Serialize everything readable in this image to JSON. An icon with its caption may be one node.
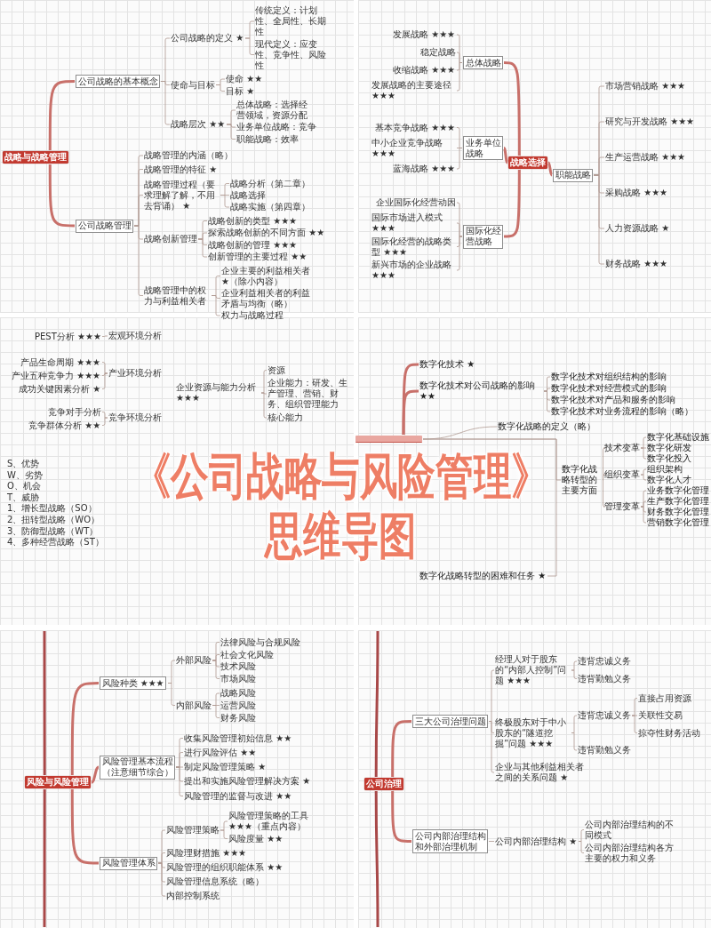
{
  "diagram": {
    "title": "《公司战略与风险管理》思维导图",
    "nodes": [
      {
        "text": [
          "战略与战略管理"
        ]
      },
      {
        "text": [
          "公司战略的基本概念"
        ]
      },
      {
        "text": [
          "公司战略的定义 ★"
        ]
      },
      {
        "text": [
          "传统定义：计划性、全局性、长期性"
        ]
      },
      {
        "text": [
          "现代定义：应变性、竞争性、风险性"
        ]
      },
      {
        "text": [
          "使命与目标"
        ]
      },
      {
        "text": [
          "使命 ★★"
        ]
      },
      {
        "text": [
          "目标 ★"
        ]
      },
      {
        "text": [
          "战略层次 ★★"
        ]
      },
      {
        "text": [
          "总体战略：选择经营领域，资源分配"
        ]
      },
      {
        "text": [
          "业务单位战略：竞争"
        ]
      },
      {
        "text": [
          "职能战略：效率"
        ]
      },
      {
        "text": [
          "公司战略管理"
        ]
      },
      {
        "text": [
          "战略管理的内涵（略）"
        ]
      },
      {
        "text": [
          "战略管理的特征 ★"
        ]
      },
      {
        "text": [
          "战略管理过程（要求理解了解，不用去背诵） ★"
        ]
      },
      {
        "text": [
          "战略分析（第二章）"
        ]
      },
      {
        "text": [
          "战略选择"
        ]
      },
      {
        "text": [
          "战略实施（第四章）"
        ]
      },
      {
        "text": [
          "战略创新管理"
        ]
      },
      {
        "text": [
          "战略创新的类型 ★★★"
        ]
      },
      {
        "text": [
          "探索战略创新的不同方面 ★★"
        ]
      },
      {
        "text": [
          "战略创新的管理 ★★★"
        ]
      },
      {
        "text": [
          "创新管理的主要过程 ★★"
        ]
      },
      {
        "text": [
          "战略管理中的权力与利益相关者"
        ]
      },
      {
        "text": [
          "企业主要的利益相关者 ★（除小内容）"
        ]
      },
      {
        "text": [
          "企业利益相关者的利益矛盾与均衡（略）"
        ]
      },
      {
        "text": [
          "权力与战略过程"
        ]
      },
      {
        "text": [
          "战略选择"
        ]
      },
      {
        "text": [
          "总体战略"
        ]
      },
      {
        "text": [
          "发展战略 ★★★"
        ]
      },
      {
        "text": [
          "稳定战略"
        ]
      },
      {
        "text": [
          "收缩战略 ★★★"
        ]
      },
      {
        "text": [
          "发展战略的主要途径 ★★★"
        ]
      },
      {
        "text": [
          "业务单位战略"
        ]
      },
      {
        "text": [
          "基本竞争战略 ★★★"
        ]
      },
      {
        "text": [
          "中小企业竞争战略 ★★★"
        ]
      },
      {
        "text": [
          "蓝海战略 ★★★"
        ]
      },
      {
        "text": [
          "国际化经营战略"
        ]
      },
      {
        "text": [
          "企业国际化经营动因"
        ]
      },
      {
        "text": [
          "国际市场进入模式 ★★★"
        ]
      },
      {
        "text": [
          "国际化经营的战略类型 ★★★"
        ]
      },
      {
        "text": [
          "新兴市场的企业战略 ★★★"
        ]
      },
      {
        "text": [
          "职能战略"
        ]
      },
      {
        "text": [
          "市场营销战略 ★★★"
        ]
      },
      {
        "text": [
          "研究与开发战略 ★★★"
        ]
      },
      {
        "text": [
          "生产运营战略 ★★★"
        ]
      },
      {
        "text": [
          "采购战略 ★★★"
        ]
      },
      {
        "text": [
          "人力资源战略 ★"
        ]
      },
      {
        "text": [
          "财务战略 ★★★"
        ]
      },
      {
        "text": [
          "宏观环境分析"
        ]
      },
      {
        "text": [
          "PEST分析 ★★★"
        ]
      },
      {
        "text": [
          "产业环境分析"
        ]
      },
      {
        "text": [
          "产品生命周期 ★★★"
        ]
      },
      {
        "text": [
          "产业五种竞争力 ★★★"
        ]
      },
      {
        "text": [
          "成功关键因素分析 ★"
        ]
      },
      {
        "text": [
          "竞争环境分析"
        ]
      },
      {
        "text": [
          "竞争对手分析"
        ]
      },
      {
        "text": [
          "竞争群体分析 ★★"
        ]
      },
      {
        "text": [
          "企业资源与能力分析 ★★★"
        ]
      },
      {
        "text": [
          "资源"
        ]
      },
      {
        "text": [
          "企业能力：研发、生产管理、营销、财务、组织管理能力"
        ]
      },
      {
        "text": [
          "核心能力"
        ]
      },
      {
        "text": [],
        "shape": "bar"
      },
      {
        "text": [
          "数字化技术 ★"
        ]
      },
      {
        "text": [
          "数字化技术对公司战略的影响 ★★"
        ]
      },
      {
        "text": [
          "数字化技术对组织结构的影响"
        ]
      },
      {
        "text": [
          "数字化技术对经营模式的影响"
        ]
      },
      {
        "text": [
          "数字化技术对产品和服务的影响"
        ]
      },
      {
        "text": [
          "数字化技术对业务流程的影响（略）"
        ]
      },
      {
        "text": [
          "数字化战略的定义（略）"
        ]
      },
      {
        "text": [
          "数字化战略转型的主要方面"
        ]
      },
      {
        "text": [
          "技术变革"
        ]
      },
      {
        "text": [
          "数字化基础设施"
        ]
      },
      {
        "text": [
          "数字化研发"
        ]
      },
      {
        "text": [
          "数字化投入"
        ]
      },
      {
        "text": [
          "组织变革"
        ]
      },
      {
        "text": [
          "组织架构"
        ]
      },
      {
        "text": [
          "数字化人才"
        ]
      },
      {
        "text": [
          "管理变革"
        ]
      },
      {
        "text": [
          "业务数字化管理"
        ]
      },
      {
        "text": [
          "生产数字化管理"
        ]
      },
      {
        "text": [
          "财务数字化管理"
        ]
      },
      {
        "text": [
          "营销数字化管理"
        ]
      },
      {
        "text": [
          "数字化战略转型的困难和任务 ★"
        ]
      },
      {
        "text": [
          "风险与风险管理"
        ]
      },
      {
        "text": [
          "风险种类 ★★★"
        ]
      },
      {
        "text": [
          "外部风险"
        ]
      },
      {
        "text": [
          "法律风险与合规风险"
        ]
      },
      {
        "text": [
          "社会文化风险"
        ]
      },
      {
        "text": [
          "技术风险"
        ]
      },
      {
        "text": [
          "市场风险"
        ]
      },
      {
        "text": [
          "内部风险"
        ]
      },
      {
        "text": [
          "战略风险"
        ]
      },
      {
        "text": [
          "运营风险"
        ]
      },
      {
        "text": [
          "财务风险"
        ]
      },
      {
        "text": [
          "风险管理基本流程（注意细节综合）"
        ]
      },
      {
        "text": [
          "收集风险管理初始信息 ★★"
        ]
      },
      {
        "text": [
          "进行风险评估 ★★"
        ]
      },
      {
        "text": [
          "制定风险管理策略 ★"
        ]
      },
      {
        "text": [
          "提出和实施风险管理解决方案 ★"
        ]
      },
      {
        "text": [
          "风险管理的监督与改进 ★★"
        ]
      },
      {
        "text": [
          "风险管理体系"
        ]
      },
      {
        "text": [
          "风险管理策略"
        ]
      },
      {
        "text": [
          "风险管理策略的工具 ★★★（重点内容）"
        ]
      },
      {
        "text": [
          "风险度量 ★★"
        ]
      },
      {
        "text": [
          "风险理财措施 ★★★"
        ]
      },
      {
        "text": [
          "风险管理的组织职能体系 ★★"
        ]
      },
      {
        "text": [
          "风险管理信息系统（略）"
        ]
      },
      {
        "text": [
          "内部控制系统"
        ]
      },
      {
        "text": [
          "公司治理"
        ]
      },
      {
        "text": [
          "三大公司治理问题"
        ]
      },
      {
        "text": [
          "经理人对于股东的“内部人控制”问题 ★★★"
        ]
      },
      {
        "text": [
          "违背忠诚义务"
        ]
      },
      {
        "text": [
          "违背勤勉义务"
        ]
      },
      {
        "text": [
          "终极股东对于中小股东的“隧道挖掘”问题 ★★★"
        ]
      },
      {
        "text": [
          "违背忠诚义务"
        ]
      },
      {
        "text": [
          "直接占用资源"
        ]
      },
      {
        "text": [
          "关联性交易"
        ]
      },
      {
        "text": [
          "掠夺性财务活动"
        ]
      },
      {
        "text": [
          "违背勤勉义务"
        ]
      },
      {
        "text": [
          "企业与其他利益相关者之间的关系问题 ★"
        ]
      },
      {
        "text": [
          "公司内部治理结构和外部治理机制"
        ]
      },
      {
        "text": [
          "公司内部治理结构 ★"
        ]
      },
      {
        "text": [
          "公司内部治理结构的不同模式"
        ]
      },
      {
        "text": [
          "公司内部治理结构各方主要的权力和义务"
        ]
      }
    ],
    "edges": [
      {
        "from": 0,
        "to": 1,
        "arrow": "none",
        "style": "thick",
        "color": "#c8706a"
      },
      {
        "from": 1,
        "to": 2,
        "arrow": "none"
      },
      {
        "from": 2,
        "to": 3,
        "arrow": "none"
      },
      {
        "from": 2,
        "to": 4,
        "arrow": "none"
      },
      {
        "from": 1,
        "to": 5,
        "arrow": "none"
      },
      {
        "from": 5,
        "to": 6,
        "arrow": "none"
      },
      {
        "from": 5,
        "to": 7,
        "arrow": "none"
      },
      {
        "from": 1,
        "to": 8,
        "arrow": "none"
      },
      {
        "from": 8,
        "to": 9,
        "arrow": "none"
      },
      {
        "from": 8,
        "to": 10,
        "arrow": "none"
      },
      {
        "from": 8,
        "to": 11,
        "arrow": "none"
      },
      {
        "from": 0,
        "to": 12,
        "arrow": "none",
        "style": "thick",
        "color": "#c8706a"
      },
      {
        "from": 12,
        "to": 13,
        "arrow": "none"
      },
      {
        "from": 12,
        "to": 14,
        "arrow": "none"
      },
      {
        "from": 12,
        "to": 15,
        "arrow": "none"
      },
      {
        "from": 15,
        "to": 16,
        "arrow": "none"
      },
      {
        "from": 15,
        "to": 17,
        "arrow": "none"
      },
      {
        "from": 15,
        "to": 18,
        "arrow": "none"
      },
      {
        "from": 12,
        "to": 19,
        "arrow": "none"
      },
      {
        "from": 19,
        "to": 20,
        "arrow": "none"
      },
      {
        "from": 19,
        "to": 21,
        "arrow": "none"
      },
      {
        "from": 19,
        "to": 22,
        "arrow": "none"
      },
      {
        "from": 19,
        "to": 23,
        "arrow": "none"
      },
      {
        "from": 12,
        "to": 24,
        "arrow": "none"
      },
      {
        "from": 24,
        "to": 25,
        "arrow": "none"
      },
      {
        "from": 24,
        "to": 26,
        "arrow": "none"
      },
      {
        "from": 24,
        "to": 27,
        "arrow": "none"
      },
      {
        "from": 28,
        "to": 29,
        "arrow": "none",
        "style": "thick",
        "color": "#c8706a"
      },
      {
        "from": 29,
        "to": 30,
        "arrow": "none"
      },
      {
        "from": 29,
        "to": 31,
        "arrow": "none"
      },
      {
        "from": 29,
        "to": 32,
        "arrow": "none"
      },
      {
        "from": 29,
        "to": 33,
        "arrow": "none"
      },
      {
        "from": 28,
        "to": 34,
        "arrow": "none",
        "style": "thick",
        "color": "#c8706a"
      },
      {
        "from": 34,
        "to": 35,
        "arrow": "none"
      },
      {
        "from": 34,
        "to": 36,
        "arrow": "none"
      },
      {
        "from": 34,
        "to": 37,
        "arrow": "none"
      },
      {
        "from": 28,
        "to": 38,
        "arrow": "none",
        "style": "thick",
        "color": "#c8706a"
      },
      {
        "from": 38,
        "to": 39,
        "arrow": "none"
      },
      {
        "from": 38,
        "to": 40,
        "arrow": "none"
      },
      {
        "from": 38,
        "to": 41,
        "arrow": "none"
      },
      {
        "from": 38,
        "to": 42,
        "arrow": "none"
      },
      {
        "from": 28,
        "to": 43,
        "arrow": "none",
        "style": "thick",
        "color": "#c8706a"
      },
      {
        "from": 43,
        "to": 44,
        "arrow": "none"
      },
      {
        "from": 43,
        "to": 45,
        "arrow": "none"
      },
      {
        "from": 43,
        "to": 46,
        "arrow": "none"
      },
      {
        "from": 43,
        "to": 47,
        "arrow": "none"
      },
      {
        "from": 43,
        "to": 48,
        "arrow": "none"
      },
      {
        "from": 43,
        "to": 49,
        "arrow": "none"
      },
      {
        "from": 50,
        "to": 51,
        "arrow": "none"
      },
      {
        "from": 52,
        "to": 53,
        "arrow": "none"
      },
      {
        "from": 52,
        "to": 54,
        "arrow": "none"
      },
      {
        "from": 52,
        "to": 55,
        "arrow": "none"
      },
      {
        "from": 56,
        "to": 57,
        "arrow": "none"
      },
      {
        "from": 56,
        "to": 58,
        "arrow": "none"
      },
      {
        "from": 59,
        "to": 60,
        "arrow": "none"
      },
      {
        "from": 59,
        "to": 61,
        "arrow": "none"
      },
      {
        "from": 59,
        "to": 62,
        "arrow": "none"
      },
      {
        "from": 63,
        "to": 64,
        "arrow": "none",
        "style": "thick",
        "color": "#c8706a"
      },
      {
        "from": 63,
        "to": 65,
        "arrow": "none",
        "style": "thick",
        "color": "#c8706a"
      },
      {
        "from": 65,
        "to": 66,
        "arrow": "none"
      },
      {
        "from": 65,
        "to": 67,
        "arrow": "none"
      },
      {
        "from": 65,
        "to": 68,
        "arrow": "none"
      },
      {
        "from": 65,
        "to": 69,
        "arrow": "none"
      },
      {
        "from": 63,
        "to": 70,
        "arrow": "none"
      },
      {
        "from": 63,
        "to": 71,
        "arrow": "none"
      },
      {
        "from": 71,
        "to": 72,
        "arrow": "none"
      },
      {
        "from": 72,
        "to": 73,
        "arrow": "none"
      },
      {
        "from": 72,
        "to": 74,
        "arrow": "none"
      },
      {
        "from": 72,
        "to": 75,
        "arrow": "none"
      },
      {
        "from": 71,
        "to": 76,
        "arrow": "none"
      },
      {
        "from": 76,
        "to": 77,
        "arrow": "none"
      },
      {
        "from": 76,
        "to": 78,
        "arrow": "none"
      },
      {
        "from": 71,
        "to": 79,
        "arrow": "none"
      },
      {
        "from": 79,
        "to": 80,
        "arrow": "none"
      },
      {
        "from": 79,
        "to": 81,
        "arrow": "none"
      },
      {
        "from": 79,
        "to": 82,
        "arrow": "none"
      },
      {
        "from": 79,
        "to": 83,
        "arrow": "none"
      },
      {
        "from": 63,
        "to": 84,
        "arrow": "none"
      },
      {
        "from": 85,
        "to": 86,
        "arrow": "none",
        "style": "thick",
        "color": "#c8706a"
      },
      {
        "from": 86,
        "to": 87,
        "arrow": "none"
      },
      {
        "from": 87,
        "to": 88,
        "arrow": "none"
      },
      {
        "from": 87,
        "to": 89,
        "arrow": "none"
      },
      {
        "from": 87,
        "to": 90,
        "arrow": "none"
      },
      {
        "from": 87,
        "to": 91,
        "arrow": "none"
      },
      {
        "from": 86,
        "to": 92,
        "arrow": "none"
      },
      {
        "from": 92,
        "to": 93,
        "arrow": "none"
      },
      {
        "from": 92,
        "to": 94,
        "arrow": "none"
      },
      {
        "from": 92,
        "to": 95,
        "arrow": "none"
      },
      {
        "from": 85,
        "to": 96,
        "arrow": "none",
        "style": "thick",
        "color": "#c8706a"
      },
      {
        "from": 96,
        "to": 97,
        "arrow": "none"
      },
      {
        "from": 96,
        "to": 98,
        "arrow": "none"
      },
      {
        "from": 96,
        "to": 99,
        "arrow": "none"
      },
      {
        "from": 96,
        "to": 100,
        "arrow": "none"
      },
      {
        "from": 96,
        "to": 101,
        "arrow": "none"
      },
      {
        "from": 85,
        "to": 102,
        "arrow": "none",
        "style": "thick",
        "color": "#c8706a"
      },
      {
        "from": 102,
        "to": 103,
        "arrow": "none"
      },
      {
        "from": 103,
        "to": 104,
        "arrow": "none"
      },
      {
        "from": 103,
        "to": 105,
        "arrow": "none"
      },
      {
        "from": 102,
        "to": 106,
        "arrow": "none"
      },
      {
        "from": 102,
        "to": 107,
        "arrow": "none"
      },
      {
        "from": 102,
        "to": 108,
        "arrow": "none"
      },
      {
        "from": 102,
        "to": 109,
        "arrow": "none"
      },
      {
        "from": 85,
        "to": null,
        "arrow": "none",
        "style": "thick",
        "color": "#a84848"
      },
      {
        "from": 85,
        "to": null,
        "arrow": "none",
        "style": "thick",
        "color": "#a84848"
      },
      {
        "from": 110,
        "to": 111,
        "arrow": "none",
        "style": "thick",
        "color": "#c8706a"
      },
      {
        "from": 111,
        "to": 112,
        "arrow": "none"
      },
      {
        "from": 112,
        "to": 113,
        "arrow": "none"
      },
      {
        "from": 112,
        "to": 114,
        "arrow": "none"
      },
      {
        "from": 111,
        "to": 115,
        "arrow": "none"
      },
      {
        "from": 115,
        "to": 116,
        "arrow": "none"
      },
      {
        "from": 116,
        "to": 117,
        "arrow": "none"
      },
      {
        "from": 116,
        "to": 118,
        "arrow": "none"
      },
      {
        "from": 116,
        "to": 119,
        "arrow": "none"
      },
      {
        "from": 115,
        "to": 120,
        "arrow": "none"
      },
      {
        "from": 111,
        "to": 121,
        "arrow": "none"
      },
      {
        "from": 110,
        "to": 122,
        "arrow": "none",
        "style": "thick",
        "color": "#c8706a"
      },
      {
        "from": 122,
        "to": 123,
        "arrow": "none"
      },
      {
        "from": 123,
        "to": 124,
        "arrow": "none"
      },
      {
        "from": 123,
        "to": 125,
        "arrow": "none"
      },
      {
        "from": 110,
        "to": null,
        "arrow": "none",
        "style": "thick",
        "color": "#a84848"
      },
      {
        "from": 110,
        "to": null,
        "arrow": "none",
        "style": "thick",
        "color": "#a84848"
      }
    ],
    "labels": [
      "S、优势",
      "W、劣势",
      "O、机会",
      "T、威胁",
      "1、增长型战略（SO）",
      "2、扭转型战略（WO）",
      "3、防御型战略（WT）",
      "4、多种经营战略（ST）"
    ]
  }
}
